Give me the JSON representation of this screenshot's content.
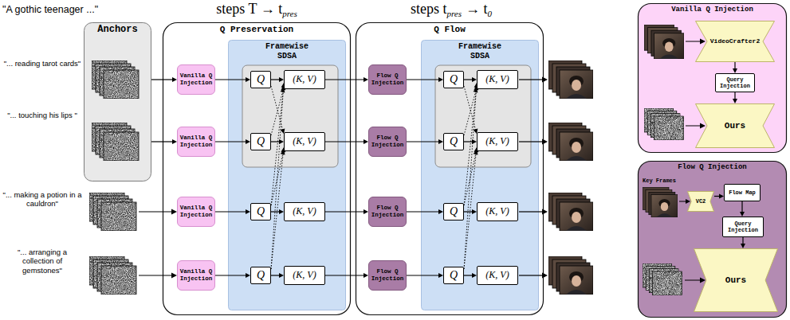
{
  "diagram": {
    "nodes": [
      {
        "text": [
          "Anchors"
        ]
      },
      {
        "text": [
          "Q Preservation"
        ]
      },
      {
        "text": [
          "Vanilla Q Injection"
        ],
        "in": 1
      },
      {
        "text": [
          "Vanilla Q Injection"
        ],
        "in": 1
      },
      {
        "text": [
          "Vanilla Q Injection"
        ],
        "in": 1
      },
      {
        "text": [
          "Vanilla Q Injection"
        ],
        "in": 1
      },
      {
        "text": [
          "Framewise SDSA"
        ],
        "in": 1
      },
      {
        "text": [
          "Q"
        ],
        "in": 6
      },
      {
        "text": [
          "(K, V)"
        ],
        "in": 6
      },
      {
        "text": [
          "Q"
        ],
        "in": 6
      },
      {
        "text": [
          "(K, V)"
        ],
        "in": 6
      },
      {
        "text": [
          "Q"
        ],
        "in": 6
      },
      {
        "text": [
          "(K, V)"
        ],
        "in": 6
      },
      {
        "text": [
          "Q"
        ],
        "in": 6
      },
      {
        "text": [
          "(K, V)"
        ],
        "in": 6
      },
      {
        "text": [
          "Q Flow"
        ]
      },
      {
        "text": [
          "Flow Q Injection"
        ],
        "in": 15
      },
      {
        "text": [
          "Flow Q Injection"
        ],
        "in": 15
      },
      {
        "text": [
          "Flow Q Injection"
        ],
        "in": 15
      },
      {
        "text": [
          "Flow Q Injection"
        ],
        "in": 15
      },
      {
        "text": [
          "Framewise SDSA"
        ],
        "in": 15
      },
      {
        "text": [
          "Q"
        ],
        "in": 20
      },
      {
        "text": [
          "(K, V)"
        ],
        "in": 20
      },
      {
        "text": [
          "Q"
        ],
        "in": 20
      },
      {
        "text": [
          "(K, V)"
        ],
        "in": 20
      },
      {
        "text": [
          "Q"
        ],
        "in": 20
      },
      {
        "text": [
          "(K, V)"
        ],
        "in": 20
      },
      {
        "text": [
          "Q"
        ],
        "in": 20
      },
      {
        "text": [
          "(K, V)"
        ],
        "in": 20
      },
      {
        "text": [
          "Vanilla Q Injection"
        ]
      },
      {
        "text": [
          "VideoCrafter2"
        ],
        "in": 29
      },
      {
        "text": [
          "Query Injection"
        ],
        "in": 29
      },
      {
        "text": [
          "Ours"
        ],
        "in": 29
      },
      {
        "text": [
          "Flow Q Injection"
        ]
      },
      {
        "text": [
          "VC2"
        ],
        "in": 33
      },
      {
        "text": [
          "Flow Map"
        ],
        "in": 33
      },
      {
        "text": [
          "Query Injection"
        ],
        "in": 33
      },
      {
        "text": [
          "Ours"
        ],
        "in": 33
      }
    ],
    "edges": [
      {
        "from": 0,
        "to": 2,
        "arrow": "to"
      },
      {
        "from": 0,
        "to": 3,
        "arrow": "to"
      },
      {
        "from": 2,
        "to": 7,
        "arrow": "to"
      },
      {
        "from": 3,
        "to": 9,
        "arrow": "to"
      },
      {
        "from": 4,
        "to": 11,
        "arrow": "to"
      },
      {
        "from": 5,
        "to": 13,
        "arrow": "to"
      },
      {
        "from": 7,
        "to": 8,
        "arrow": "to"
      },
      {
        "from": 9,
        "to": 10,
        "arrow": "to"
      },
      {
        "from": 11,
        "to": 12,
        "arrow": "to"
      },
      {
        "from": 13,
        "to": 14,
        "arrow": "to"
      },
      {
        "from": 7,
        "to": 10,
        "arrow": "to"
      },
      {
        "from": 9,
        "to": 8,
        "arrow": "to"
      },
      {
        "from": 11,
        "to": 8,
        "arrow": "to"
      },
      {
        "from": 11,
        "to": 10,
        "arrow": "to"
      },
      {
        "from": 13,
        "to": 8,
        "arrow": "to"
      },
      {
        "from": 13,
        "to": 10,
        "arrow": "to"
      },
      {
        "from": 8,
        "to": 16,
        "arrow": "to"
      },
      {
        "from": 10,
        "to": 17,
        "arrow": "to"
      },
      {
        "from": 12,
        "to": 18,
        "arrow": "to"
      },
      {
        "from": 14,
        "to": 19,
        "arrow": "to"
      },
      {
        "from": 16,
        "to": 21,
        "arrow": "to"
      },
      {
        "from": 17,
        "to": 23,
        "arrow": "to"
      },
      {
        "from": 18,
        "to": 25,
        "arrow": "to"
      },
      {
        "from": 19,
        "to": 27,
        "arrow": "to"
      },
      {
        "from": 21,
        "to": 22,
        "arrow": "to"
      },
      {
        "from": 23,
        "to": 24,
        "arrow": "to"
      },
      {
        "from": 25,
        "to": 26,
        "arrow": "to"
      },
      {
        "from": 27,
        "to": 28,
        "arrow": "to"
      },
      {
        "from": 21,
        "to": 24,
        "arrow": "to"
      },
      {
        "from": 23,
        "to": 22,
        "arrow": "to"
      },
      {
        "from": 25,
        "to": 22,
        "arrow": "to"
      },
      {
        "from": 25,
        "to": 24,
        "arrow": "to"
      },
      {
        "from": 27,
        "to": 22,
        "arrow": "to"
      },
      {
        "from": 27,
        "to": 24,
        "arrow": "to"
      },
      {
        "from": 30,
        "to": 31,
        "arrow": "to"
      },
      {
        "from": 31,
        "to": 32,
        "arrow": "to"
      },
      {
        "from": 34,
        "to": 35,
        "arrow": "to"
      },
      {
        "from": 35,
        "to": 36,
        "arrow": "to"
      },
      {
        "from": 36,
        "to": 37,
        "arrow": "to"
      }
    ],
    "labels": [
      "\"A gothic teenager ...\"",
      "\"... reading tarot cards\"",
      "\"... touching his lips \"",
      "\"... making a potion in a cauldron\"",
      "\"... arranging a collection of gemstones\"",
      "steps T → t",
      "pres",
      "steps t",
      "pres",
      "→ t",
      "0",
      "Key Frames"
    ]
  }
}
